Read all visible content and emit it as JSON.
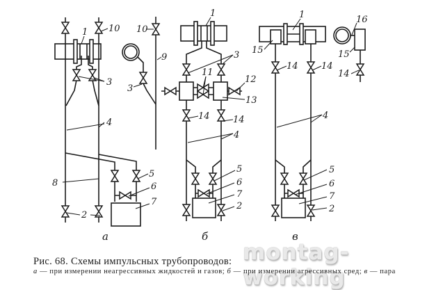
{
  "figure": {
    "caption_title": "Рис. 68. Схемы импульсных трубопроводов:",
    "caption_detail": {
      "a_letter": "а",
      "a_text": " — при измерении неагрессивных жидкостей и газов; ",
      "b_letter": "б",
      "b_text": " — при измерении агрессивных сред; ",
      "v_letter": "в",
      "v_text": " — пара"
    },
    "watermark": "montag-working"
  },
  "schemes": {
    "a": {
      "sublabel": "а",
      "callouts": {
        "1": "1",
        "2": "2",
        "3": "3",
        "3b": "3",
        "4": "4",
        "5": "5",
        "6": "6",
        "7": "7",
        "8": "8",
        "9": "9",
        "10": "10",
        "10b": "10"
      }
    },
    "b": {
      "sublabel": "б",
      "callouts": {
        "1": "1",
        "2": "2",
        "3": "3",
        "4": "4",
        "5": "5",
        "6": "6",
        "7": "7",
        "11": "11",
        "12": "12",
        "13": "13",
        "14a": "14",
        "14b": "14"
      }
    },
    "v": {
      "sublabel": "в",
      "callouts": {
        "1": "1",
        "2": "2",
        "4": "4",
        "5": "5",
        "6": "6",
        "7": "7",
        "14a": "14",
        "14b": "14",
        "14c": "14",
        "15a": "15",
        "15b": "15",
        "16": "16"
      }
    }
  }
}
